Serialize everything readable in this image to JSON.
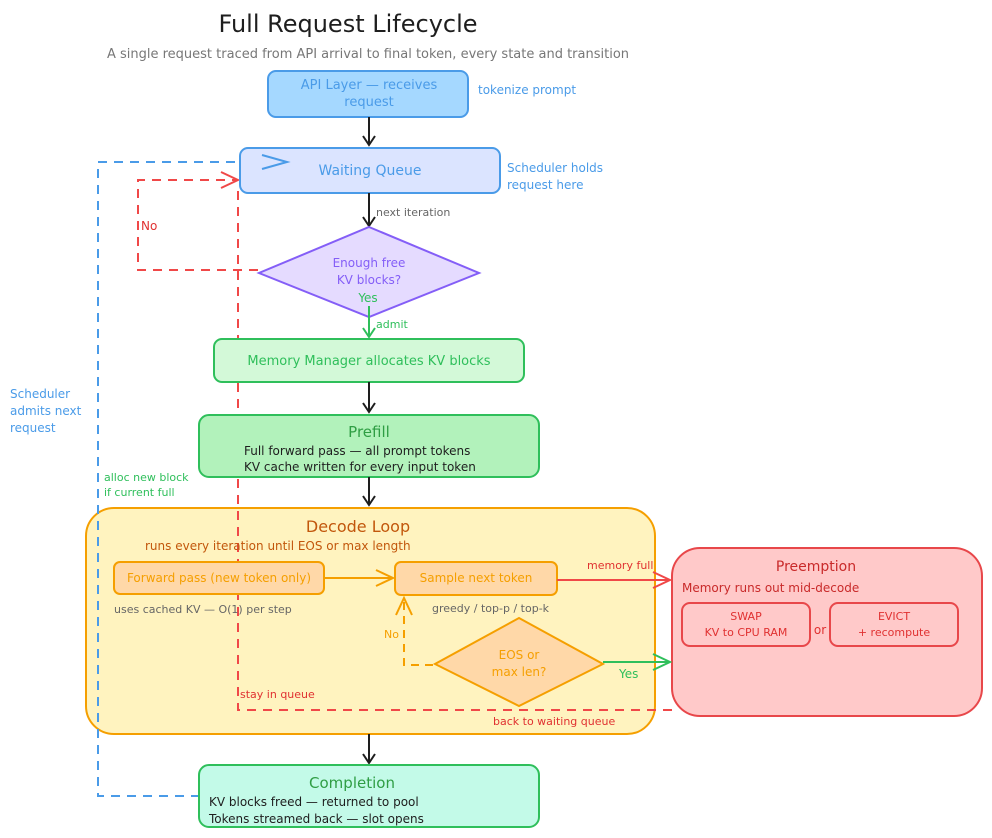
{
  "title": "Full Request Lifecycle",
  "subtitle": "A single request traced from API arrival to final token, every state and transition",
  "colors": {
    "blue": "#4a9be8",
    "blue_fill": "#a5d8ff",
    "queue_fill": "#dbe4ff",
    "purple": "#845ef7",
    "purple_fill": "#e5dbff",
    "green": "#2fbf5b",
    "green_dark": "#2f9e44",
    "green_fill_light": "#d3f9d8",
    "green_fill": "#b2f2bb",
    "teal_fill": "#c3fae8",
    "orange": "#f59f00",
    "orange_text": "#e8590c",
    "orange_fill": "#fff3bf",
    "orange_node_fill": "#ffd8a8",
    "red": "#e03131",
    "red_line": "#f04848",
    "red_fill": "#ffc9c9",
    "gray_text": "#666666",
    "black": "#1e1e1e"
  },
  "nodes": {
    "api_layer": {
      "lines": [
        "API Layer — receives",
        "request"
      ],
      "note": "tokenize prompt"
    },
    "waiting_queue": {
      "label": "Waiting Queue",
      "note": [
        "Scheduler holds",
        "request here"
      ]
    },
    "kv_check": {
      "lines": [
        "Enough free",
        "KV blocks?"
      ],
      "yes": "Yes",
      "no": "No"
    },
    "memory_manager": {
      "label": "Memory Manager allocates KV blocks"
    },
    "prefill": {
      "title": "Prefill",
      "lines": [
        "Full forward pass — all prompt tokens",
        "KV cache written for every input token"
      ]
    },
    "decode_loop": {
      "title": "Decode Loop",
      "subtitle": "runs every iteration until EOS or max length",
      "forward_pass": {
        "label": "Forward pass (new token only)",
        "note": "uses cached KV — O(1) per step"
      },
      "sample": {
        "label": "Sample next token",
        "note": "greedy / top-p / top-k"
      },
      "eos_check": {
        "lines": [
          "EOS or",
          "max len?"
        ],
        "no": "No",
        "yes": "Yes"
      }
    },
    "preemption": {
      "title": "Preemption",
      "subtitle": "Memory runs out mid-decode",
      "swap": {
        "lines": [
          "SWAP",
          "KV to CPU RAM"
        ]
      },
      "or": "or",
      "evict": {
        "lines": [
          "EVICT",
          "+ recompute"
        ]
      }
    },
    "completion": {
      "title": "Completion",
      "lines": [
        "KV blocks freed — returned to pool",
        "Tokens streamed back — slot opens"
      ]
    }
  },
  "edge_labels": {
    "next_iteration": "next iteration",
    "admit": "admit",
    "memory_full": "memory full",
    "stay_in_queue": "stay in queue",
    "back_to_waiting_queue": "back to waiting queue",
    "alloc_new_block": [
      "alloc new block",
      "if current full"
    ],
    "scheduler_admits": [
      "Scheduler",
      "admits next",
      "request"
    ]
  }
}
